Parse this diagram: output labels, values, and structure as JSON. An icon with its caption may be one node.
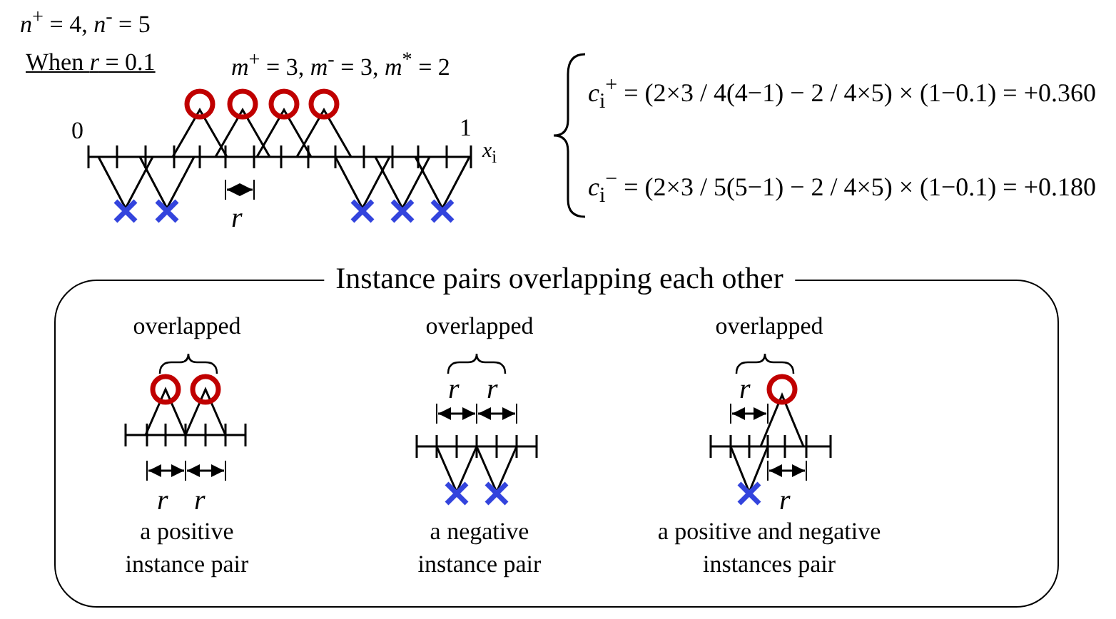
{
  "diagram": {
    "nodes": [
      {
        "text": [
          "Instance pairs overlapping each other"
        ]
      },
      {
        "text": [
          "overlapped",
          "a positive instance pair"
        ],
        "in": 0
      },
      {
        "text": [
          "overlapped",
          "a negative instance pair"
        ],
        "in": 0
      },
      {
        "text": [
          "overlapped",
          "a positive and negative instances pair"
        ],
        "in": 0
      }
    ],
    "edges": [],
    "labels": [
      "*n*$^{+}$ = 4, *n*$^{-}$ = 5",
      "When *r* = 0.1",
      "*m*$^{+}$ = 3, *m*$^{-}$ = 3, *m*$^{*}$ = 2",
      "0",
      "1",
      "*x*$_{i}$",
      "*r*",
      "*c*$_{i}$$^{+}$ = (2×3 / 4(4−1) − 2 / 4×5) × (1−0.1) = +0.360",
      "*c*$_{i}$$^{−}$ = (2×3 / 5(5−1) − 2 / 4×5) × (1−0.1) = +0.180",
      "*r*",
      "*r*",
      "*r*",
      "*r*",
      "*r*",
      "*r*"
    ]
  }
}
